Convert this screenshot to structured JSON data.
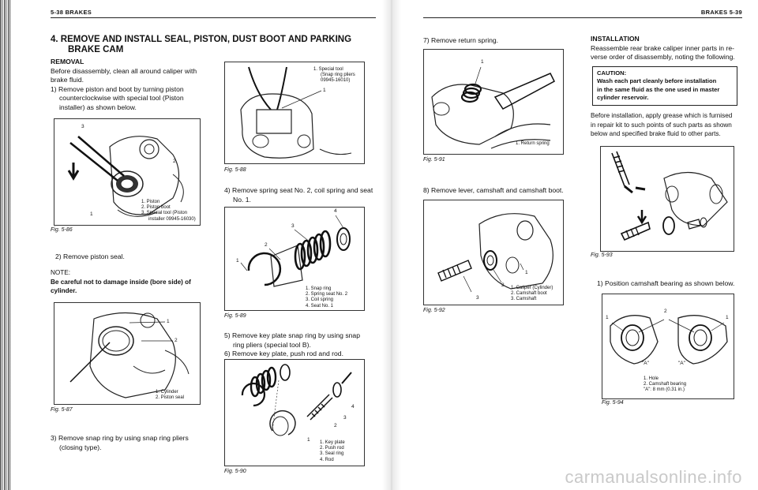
{
  "left_page": {
    "header": "5-38 BRAKES",
    "section_title_line1": "4.  REMOVE AND INSTALL SEAL, PISTON, DUST BOOT AND PARKING",
    "section_title_line2": "BRAKE CAM",
    "removal_heading": "REMOVAL",
    "removal_lines": [
      "Before disassembly, clean all around caliper with",
      "brake fluid.",
      "1) Remove piston and boot by turning piston",
      "counterclockwise with special tool (Piston",
      "installer) as shown below."
    ],
    "step2": "2) Remove piston seal.",
    "note_heading": "NOTE:",
    "note_lines": [
      "Be careful not to damage inside (bore side) of",
      "cylinder."
    ],
    "step3_lines": [
      "3) Remove snap ring by using snap ring pliers",
      "(closing type)."
    ],
    "fig_586": {
      "caption": "Fig. 5-86",
      "callouts": [
        "3",
        "2",
        "1"
      ],
      "legend": [
        "1.  Piston",
        "2.  Piston boot",
        "3.  Special tool (Piston",
        "installer 09945-16030)"
      ]
    },
    "fig_587": {
      "caption": "Fig. 5-87",
      "callouts": [
        "1",
        "2"
      ],
      "legend": [
        "1.  Cylinder",
        "2.  Piston seal"
      ]
    },
    "fig_588": {
      "caption": "Fig. 5-88",
      "callouts": [
        "1"
      ],
      "legend": [
        "1.  Special tool",
        "(Snap ring pliers",
        "09945-16010)"
      ]
    },
    "step4_lines": [
      "4) Remove spring seat No. 2, coil spring and seat",
      "No. 1."
    ],
    "fig_589": {
      "caption": "Fig. 5-89",
      "callouts": [
        "4",
        "3",
        "2",
        "1"
      ],
      "legend": [
        "1.  Snap ring",
        "2.  Spring seat No. 2",
        "3.  Coil spring",
        "4.  Seat No. 1"
      ]
    },
    "step5_lines": [
      "5) Remove key plate snap ring by using snap",
      "ring pliers (special tool B).",
      "6) Remove key plate, push rod and rod."
    ],
    "fig_590": {
      "caption": "Fig. 5-90",
      "callouts": [
        "4",
        "3",
        "2",
        "1"
      ],
      "legend": [
        "1.  Key plate",
        "2.  Push rod",
        "3.  Seal ring",
        "4.  Rod"
      ]
    }
  },
  "right_page": {
    "header": "BRAKES 5-39",
    "step7": "7) Remove return spring.",
    "fig_591": {
      "caption": "Fig. 5-91",
      "callouts": [
        "1"
      ],
      "legend": [
        "1.  Return spring"
      ]
    },
    "step8": "8) Remove lever, camshaft and camshaft boot.",
    "fig_592": {
      "caption": "Fig. 5-92",
      "callouts": [
        "1",
        "2",
        "3"
      ],
      "legend": [
        "1.  Caliper (Cylinder)",
        "2.  Camshaft boot",
        "3.  Camshaft"
      ]
    },
    "installation_heading": "INSTALLATION",
    "installation_lines": [
      "Reassemble rear brake caliper inner parts in re-",
      "verse order of disassembly, noting the following."
    ],
    "caution_heading": "CAUTION:",
    "caution_lines": [
      "Wash each part cleanly before installation",
      "in the same fluid as the one used in master",
      "cylinder reservoir."
    ],
    "install_lines": [
      "Before installation, apply grease which is furnised",
      "in repair kit to such points of such parts as shown",
      "below and specified brake fluid to other parts."
    ],
    "fig_593": {
      "caption": "Fig. 5-93"
    },
    "step_bearing": "1) Position camshaft bearing as shown below.",
    "fig_594": {
      "caption": "Fig. 5-94",
      "callouts": [
        "1",
        "2",
        "1",
        "\"A\"",
        "\"A\""
      ],
      "legend": [
        "1.  Hole",
        "2.  Camshaft bearing",
        "\"A\": 8 mm (0.31 in.)"
      ]
    }
  },
  "watermark": "carmanualsonline.info"
}
